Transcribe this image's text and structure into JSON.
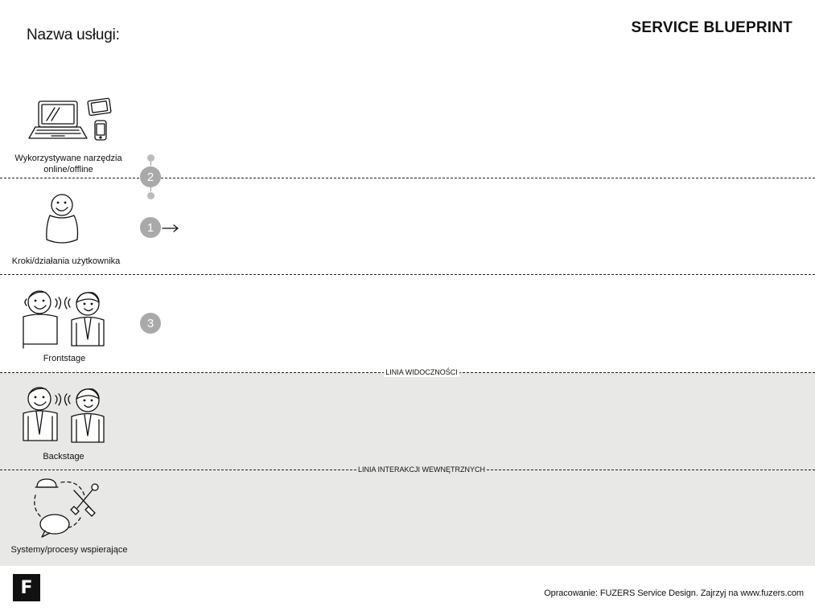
{
  "header": {
    "service_name_label": "Nazwa usługi:",
    "title": "SERVICE BLUEPRINT"
  },
  "lanes": [
    {
      "label_line1": "Wykorzystywane narzędzia",
      "label_line2": "online/offline",
      "icon": "devices-icon"
    },
    {
      "label": "Kroki/działania użytkownika",
      "icon": "user-icon"
    },
    {
      "label": "Frontstage",
      "icon": "frontstage-staff-icon"
    },
    {
      "label": "Backstage",
      "icon": "backstage-staff-icon"
    },
    {
      "label": "Systemy/procesy wspierające",
      "icon": "support-systems-icon"
    }
  ],
  "divider_lines": {
    "visibility": "LINIA WIDOCZNOŚCI",
    "internal_interaction": "LINIA INTERAKCJI WEWNĘTRZNYCH"
  },
  "steps": [
    {
      "number": "1"
    },
    {
      "number": "2"
    },
    {
      "number": "3"
    }
  ],
  "footer": {
    "logo_letter": "F",
    "credit": "Opracowanie: FUZERS Service Design. Zajrzyj na www.fuzers.com"
  },
  "colors": {
    "badge": "#a9a9a9",
    "gray_band": "#e8e8e7",
    "text": "#111111"
  }
}
